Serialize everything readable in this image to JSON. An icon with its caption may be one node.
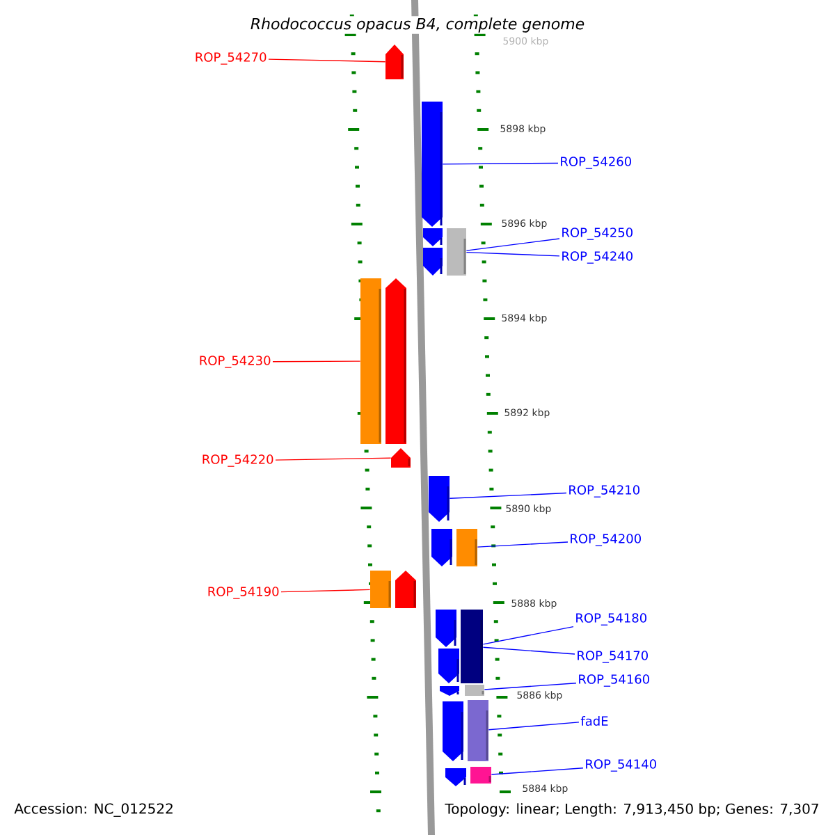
{
  "diagram": {
    "title": "Rhodococcus opacus B4, complete genome",
    "nodes": [
      {
        "text": [
          "ROP_54270"
        ]
      },
      {
        "text": [],
        "shape": "bar"
      },
      {
        "text": [],
        "shape": "bar"
      },
      {
        "text": [
          "ROP_54260"
        ]
      },
      {
        "text": [],
        "shape": "bar"
      },
      {
        "text": [],
        "shape": "bar"
      },
      {
        "text": [
          "ROP_54250"
        ]
      },
      {
        "text": [],
        "shape": "bar"
      },
      {
        "text": [
          "ROP_54240"
        ]
      },
      {
        "text": [],
        "shape": "bar"
      },
      {
        "text": [],
        "shape": "bar"
      },
      {
        "text": [
          "ROP_54230"
        ]
      },
      {
        "text": [],
        "shape": "bar"
      },
      {
        "text": [
          "ROP_54220"
        ]
      },
      {
        "text": [],
        "shape": "bar"
      },
      {
        "text": [
          "ROP_54210"
        ]
      },
      {
        "text": [],
        "shape": "bar"
      },
      {
        "text": [],
        "shape": "bar"
      },
      {
        "text": [
          "ROP_54200"
        ]
      },
      {
        "text": [],
        "shape": "bar"
      },
      {
        "text": [],
        "shape": "bar"
      },
      {
        "text": [
          "ROP_54190"
        ]
      },
      {
        "text": [],
        "shape": "bar"
      },
      {
        "text": [],
        "shape": "bar"
      },
      {
        "text": [
          "ROP_54180"
        ]
      },
      {
        "text": [],
        "shape": "bar"
      },
      {
        "text": [
          "ROP_54170"
        ]
      },
      {
        "text": [],
        "shape": "bar"
      },
      {
        "text": [],
        "shape": "bar"
      },
      {
        "text": [
          "ROP_54160"
        ]
      },
      {
        "text": [],
        "shape": "bar"
      },
      {
        "text": [],
        "shape": "bar"
      },
      {
        "text": [
          "fadE"
        ]
      },
      {
        "text": [],
        "shape": "bar"
      },
      {
        "text": [],
        "shape": "bar"
      },
      {
        "text": [
          "ROP_54140"
        ]
      }
    ],
    "edges": [
      {
        "from": 0,
        "to": 1,
        "arrow": "none",
        "color": "#ff0000"
      },
      {
        "from": 3,
        "to": 2,
        "arrow": "none",
        "color": "#0000ff"
      },
      {
        "from": 6,
        "to": 5,
        "arrow": "none",
        "color": "#0000ff"
      },
      {
        "from": 8,
        "to": 5,
        "arrow": "none",
        "color": "#0000ff"
      },
      {
        "from": 11,
        "to": 9,
        "arrow": "none",
        "color": "#ff0000"
      },
      {
        "from": 13,
        "to": 12,
        "arrow": "none",
        "color": "#ff0000"
      },
      {
        "from": 15,
        "to": 14,
        "arrow": "none",
        "color": "#0000ff"
      },
      {
        "from": 18,
        "to": 17,
        "arrow": "none",
        "color": "#0000ff"
      },
      {
        "from": 21,
        "to": 19,
        "arrow": "none",
        "color": "#ff0000"
      },
      {
        "from": 24,
        "to": 23,
        "arrow": "none",
        "color": "#0000ff"
      },
      {
        "from": 26,
        "to": 23,
        "arrow": "none",
        "color": "#0000ff"
      },
      {
        "from": 29,
        "to": 28,
        "arrow": "none",
        "color": "#0000ff"
      },
      {
        "from": 32,
        "to": 31,
        "arrow": "none",
        "color": "#0000ff"
      },
      {
        "from": 35,
        "to": 34,
        "arrow": "none",
        "color": "#0000ff"
      }
    ],
    "labels": [
      "5900 kbp",
      "5898 kbp",
      "5896 kbp",
      "5894 kbp",
      "5892 kbp",
      "5890 kbp",
      "5888 kbp",
      "5886 kbp",
      "5884 kbp",
      "Accession: NC_012522",
      "Topology: linear; Length: 7,913,450 bp; Genes: 7,307"
    ]
  }
}
